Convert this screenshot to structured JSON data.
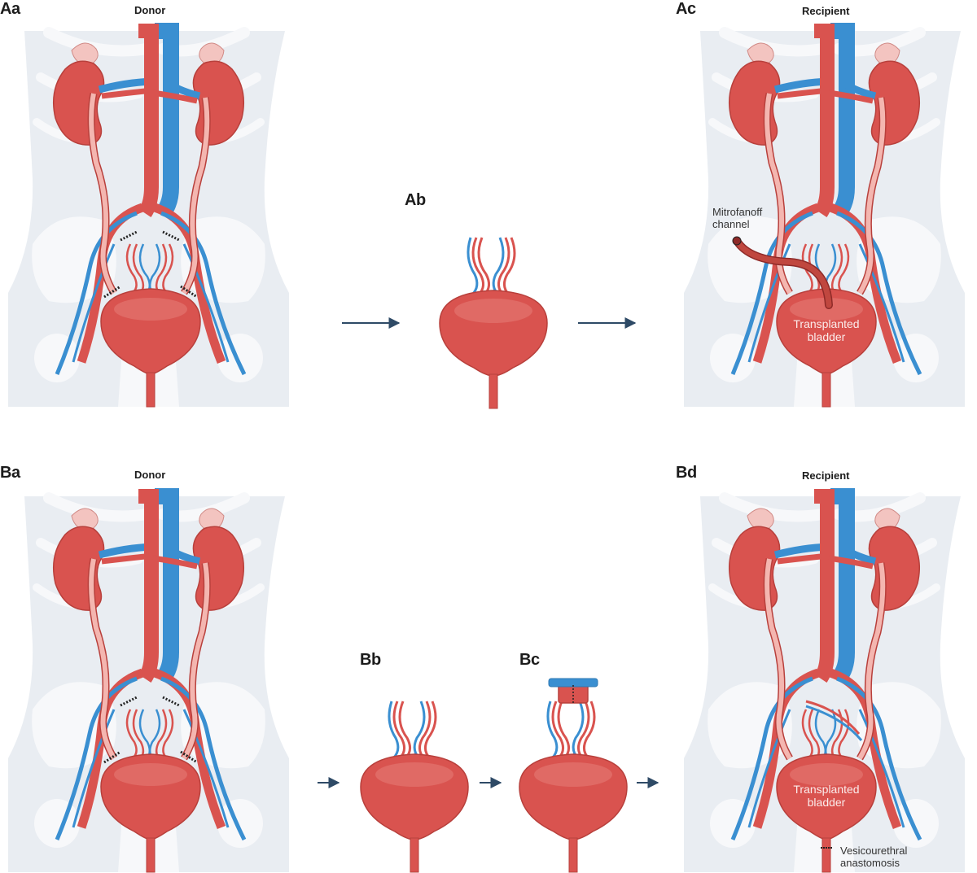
{
  "panels": {
    "Aa": {
      "id": "Aa",
      "title": "Donor"
    },
    "Ab": {
      "id": "Ab"
    },
    "Ac": {
      "id": "Ac",
      "title": "Recipient",
      "bladder_label_1": "Transplanted",
      "bladder_label_2": "bladder",
      "channel_label_1": "Mitrofanoff",
      "channel_label_2": "channel"
    },
    "Ba": {
      "id": "Ba",
      "title": "Donor"
    },
    "Bb": {
      "id": "Bb"
    },
    "Bc": {
      "id": "Bc"
    },
    "Bd": {
      "id": "Bd",
      "title": "Recipient",
      "bladder_label_1": "Transplanted",
      "bladder_label_2": "bladder",
      "anastomosis_label_1": "Vesicourethral",
      "anastomosis_label_2": "anastomosis"
    }
  },
  "colors": {
    "artery": "#d9534f",
    "artery_dark": "#b8403c",
    "vein": "#3a8fd1",
    "ureter": "#f4b6b0",
    "body": "#e9edf2",
    "bone": "#f7f8fa",
    "arrow": "#2e4a66",
    "adrenal": "#f3c4c0"
  }
}
